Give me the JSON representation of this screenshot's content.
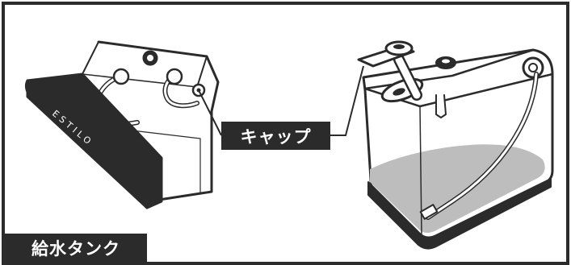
{
  "figure": {
    "callout_label": "キャップ",
    "caption_label": "給水タンク",
    "brand_logo": "ESTILO",
    "colors": {
      "frame": "#2b2b2b",
      "label_bg": "#2b2b2b",
      "label_text": "#ffffff",
      "water": "#bdbdbd"
    }
  }
}
